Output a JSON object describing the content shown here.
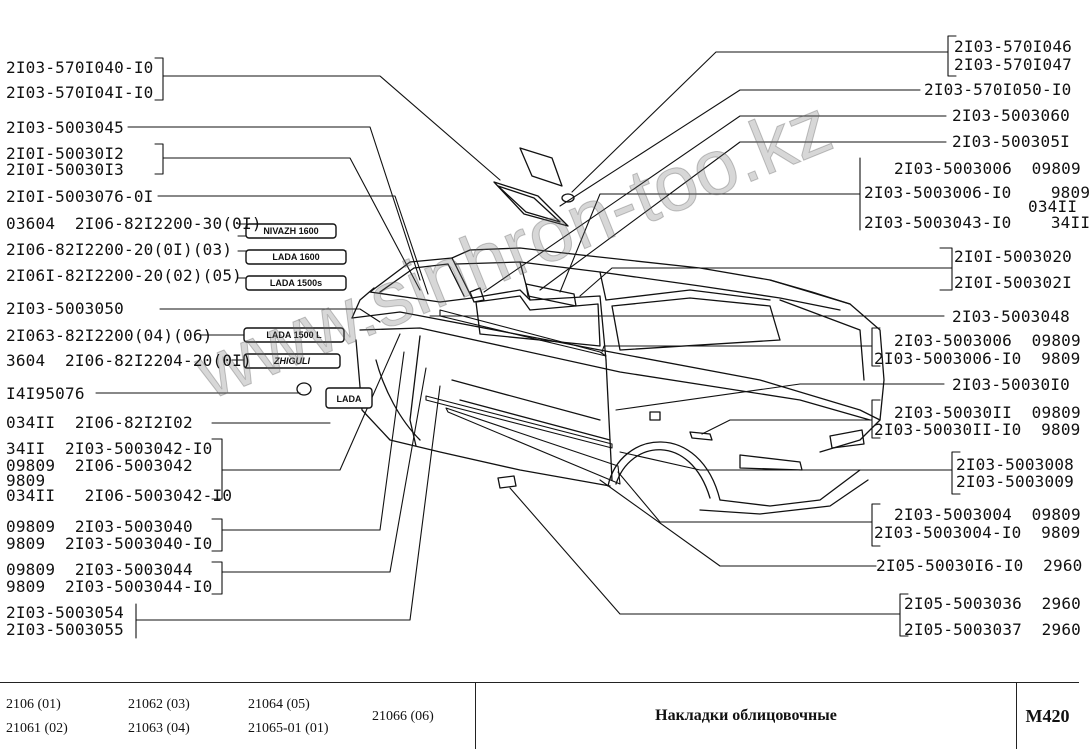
{
  "diagram": {
    "parts_left": [
      {
        "id": "l1",
        "text": "2I03-570I040-I0"
      },
      {
        "id": "l2",
        "text": "2I03-570I04I-I0"
      },
      {
        "id": "l3",
        "text": "2I03-5003045"
      },
      {
        "id": "l4",
        "text": "2I0I-50030I2"
      },
      {
        "id": "l5",
        "text": "2I0I-50030I3"
      },
      {
        "id": "l6",
        "text": "2I0I-5003076-0I"
      },
      {
        "id": "l7",
        "text": "03604  2I06-82I2200-30(0I)"
      },
      {
        "id": "l8",
        "text": "2I06-82I2200-20(0I)(03)"
      },
      {
        "id": "l9",
        "text": "2I06I-82I2200-20(02)(05)"
      },
      {
        "id": "l10",
        "text": "2I03-5003050"
      },
      {
        "id": "l11",
        "text": "2I063-82I2200(04)(06)"
      },
      {
        "id": "l12",
        "text": "3604  2I06-82I2204-20(0I)"
      },
      {
        "id": "l13",
        "text": "I4I95076"
      },
      {
        "id": "l14",
        "text": "034II  2I06-82I2I02"
      },
      {
        "id": "l15",
        "text": "34II  2I03-5003042-I0"
      },
      {
        "id": "l16",
        "text": "09809  2I06-5003042"
      },
      {
        "id": "l17",
        "text": "9809"
      },
      {
        "id": "l18",
        "text": "034II   2I06-5003042-I0"
      },
      {
        "id": "l19",
        "text": "09809  2I03-5003040"
      },
      {
        "id": "l20",
        "text": "9809  2I03-5003040-I0"
      },
      {
        "id": "l21",
        "text": "09809  2I03-5003044"
      },
      {
        "id": "l22",
        "text": "9809  2I03-5003044-I0"
      },
      {
        "id": "l23",
        "text": "2I03-5003054"
      },
      {
        "id": "l24",
        "text": "2I03-5003055"
      }
    ],
    "parts_right": [
      {
        "id": "r1",
        "text": "2I03-570I046"
      },
      {
        "id": "r2",
        "text": "2I03-570I047"
      },
      {
        "id": "r3",
        "text": "2I03-570I050-I0"
      },
      {
        "id": "r4",
        "text": "2I03-5003060"
      },
      {
        "id": "r5",
        "text": "2I03-500305I"
      },
      {
        "id": "r6",
        "text": "2I03-5003006  09809"
      },
      {
        "id": "r7",
        "text": "2I03-5003006-I0    9809"
      },
      {
        "id": "r8",
        "text": "034II"
      },
      {
        "id": "r9",
        "text": "2I03-5003043-I0    34II"
      },
      {
        "id": "r10",
        "text": "2I0I-5003020"
      },
      {
        "id": "r11",
        "text": "2I0I-500302I"
      },
      {
        "id": "r12",
        "text": "2I03-5003048"
      },
      {
        "id": "r13",
        "text": "2I03-5003006  09809"
      },
      {
        "id": "r14",
        "text": "2I03-5003006-I0  9809"
      },
      {
        "id": "r15",
        "text": "2I03-50030I0"
      },
      {
        "id": "r16",
        "text": "2I03-50030II  09809"
      },
      {
        "id": "r17",
        "text": "2I03-50030II-I0  9809"
      },
      {
        "id": "r18",
        "text": "2I03-5003008"
      },
      {
        "id": "r19",
        "text": "2I03-5003009"
      },
      {
        "id": "r20",
        "text": "2I03-5003004  09809"
      },
      {
        "id": "r21",
        "text": "2I03-5003004-I0  9809"
      },
      {
        "id": "r22",
        "text": "2I05-50030I6-I0  2960"
      },
      {
        "id": "r23",
        "text": "2I05-5003036  2960"
      },
      {
        "id": "r24",
        "text": "2I05-5003037  2960"
      }
    ],
    "badges": {
      "b1": "NIVAZH 1600",
      "b2": "LADA  1600",
      "b3": "LADA  1500s",
      "b4": "LADA  1500 L",
      "b5": "ZHIGULI",
      "b6": "LADA"
    }
  },
  "watermark": "www.sinhron-too.kz",
  "footer": {
    "models": [
      {
        "id": "m1",
        "text": "2106 (01)"
      },
      {
        "id": "m2",
        "text": "21061 (02)"
      },
      {
        "id": "m3",
        "text": "21062 (03)"
      },
      {
        "id": "m4",
        "text": "21063 (04)"
      },
      {
        "id": "m5",
        "text": "21064 (05)"
      },
      {
        "id": "m6",
        "text": "21065-01 (01)"
      },
      {
        "id": "m7",
        "text": "21066 (06)"
      }
    ],
    "title": "Накладки облицовочные",
    "code": "M420"
  }
}
